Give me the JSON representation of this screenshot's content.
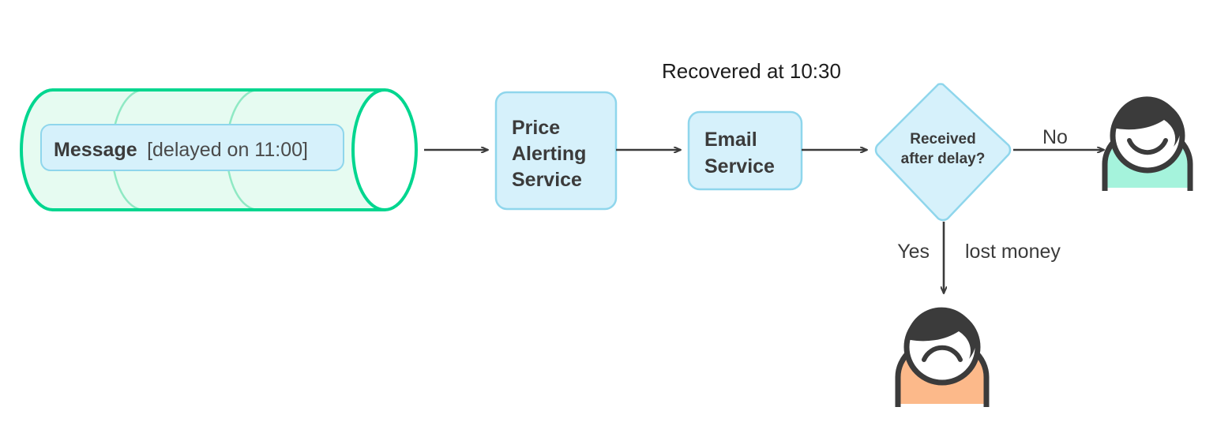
{
  "diagram": {
    "title_note": "Recovered at 10:30",
    "queue": {
      "name": "message-queue",
      "message_bold": "Message",
      "message_detail": "[delayed on 11:00]",
      "fill": "#e6fbf1",
      "stroke": "#00d68f",
      "segments": 3
    },
    "nodes": [
      {
        "id": "price-alerting-service",
        "label": "Price Alerting Service",
        "lines": [
          "Price",
          "Alerting",
          "Service"
        ],
        "shape": "rounded-rect",
        "fill": "#d6f1fb",
        "stroke": "#8fd6ec"
      },
      {
        "id": "email-service",
        "label": "Email Service",
        "lines": [
          "Email",
          "Service"
        ],
        "shape": "rounded-rect",
        "fill": "#d6f1fb",
        "stroke": "#8fd6ec"
      },
      {
        "id": "received-after-delay",
        "label": "Received after delay?",
        "lines": [
          "Received",
          "after delay?"
        ],
        "shape": "diamond",
        "fill": "#d6f1fb",
        "stroke": "#8fd6ec"
      }
    ],
    "edges": [
      {
        "id": "queue-to-price",
        "label": ""
      },
      {
        "id": "price-to-email",
        "label": ""
      },
      {
        "id": "email-to-decision",
        "label": ""
      },
      {
        "id": "decision-to-happy",
        "label": "No"
      },
      {
        "id": "decision-to-sad-yes",
        "label": "Yes"
      },
      {
        "id": "decision-to-sad-note",
        "label": "lost money"
      }
    ],
    "actors": [
      {
        "id": "happy-user",
        "mood": "happy",
        "body_color": "#a5f3dc",
        "hair_color": "#3b3b3b"
      },
      {
        "id": "sad-user",
        "mood": "sad",
        "body_color": "#fcb98a",
        "hair_color": "#3b3b3b"
      }
    ],
    "colors": {
      "arrow": "#3b3b3b",
      "background": "#ffffff",
      "queue_accent": "#00d68f",
      "box_accent": "#8fd6ec"
    }
  }
}
